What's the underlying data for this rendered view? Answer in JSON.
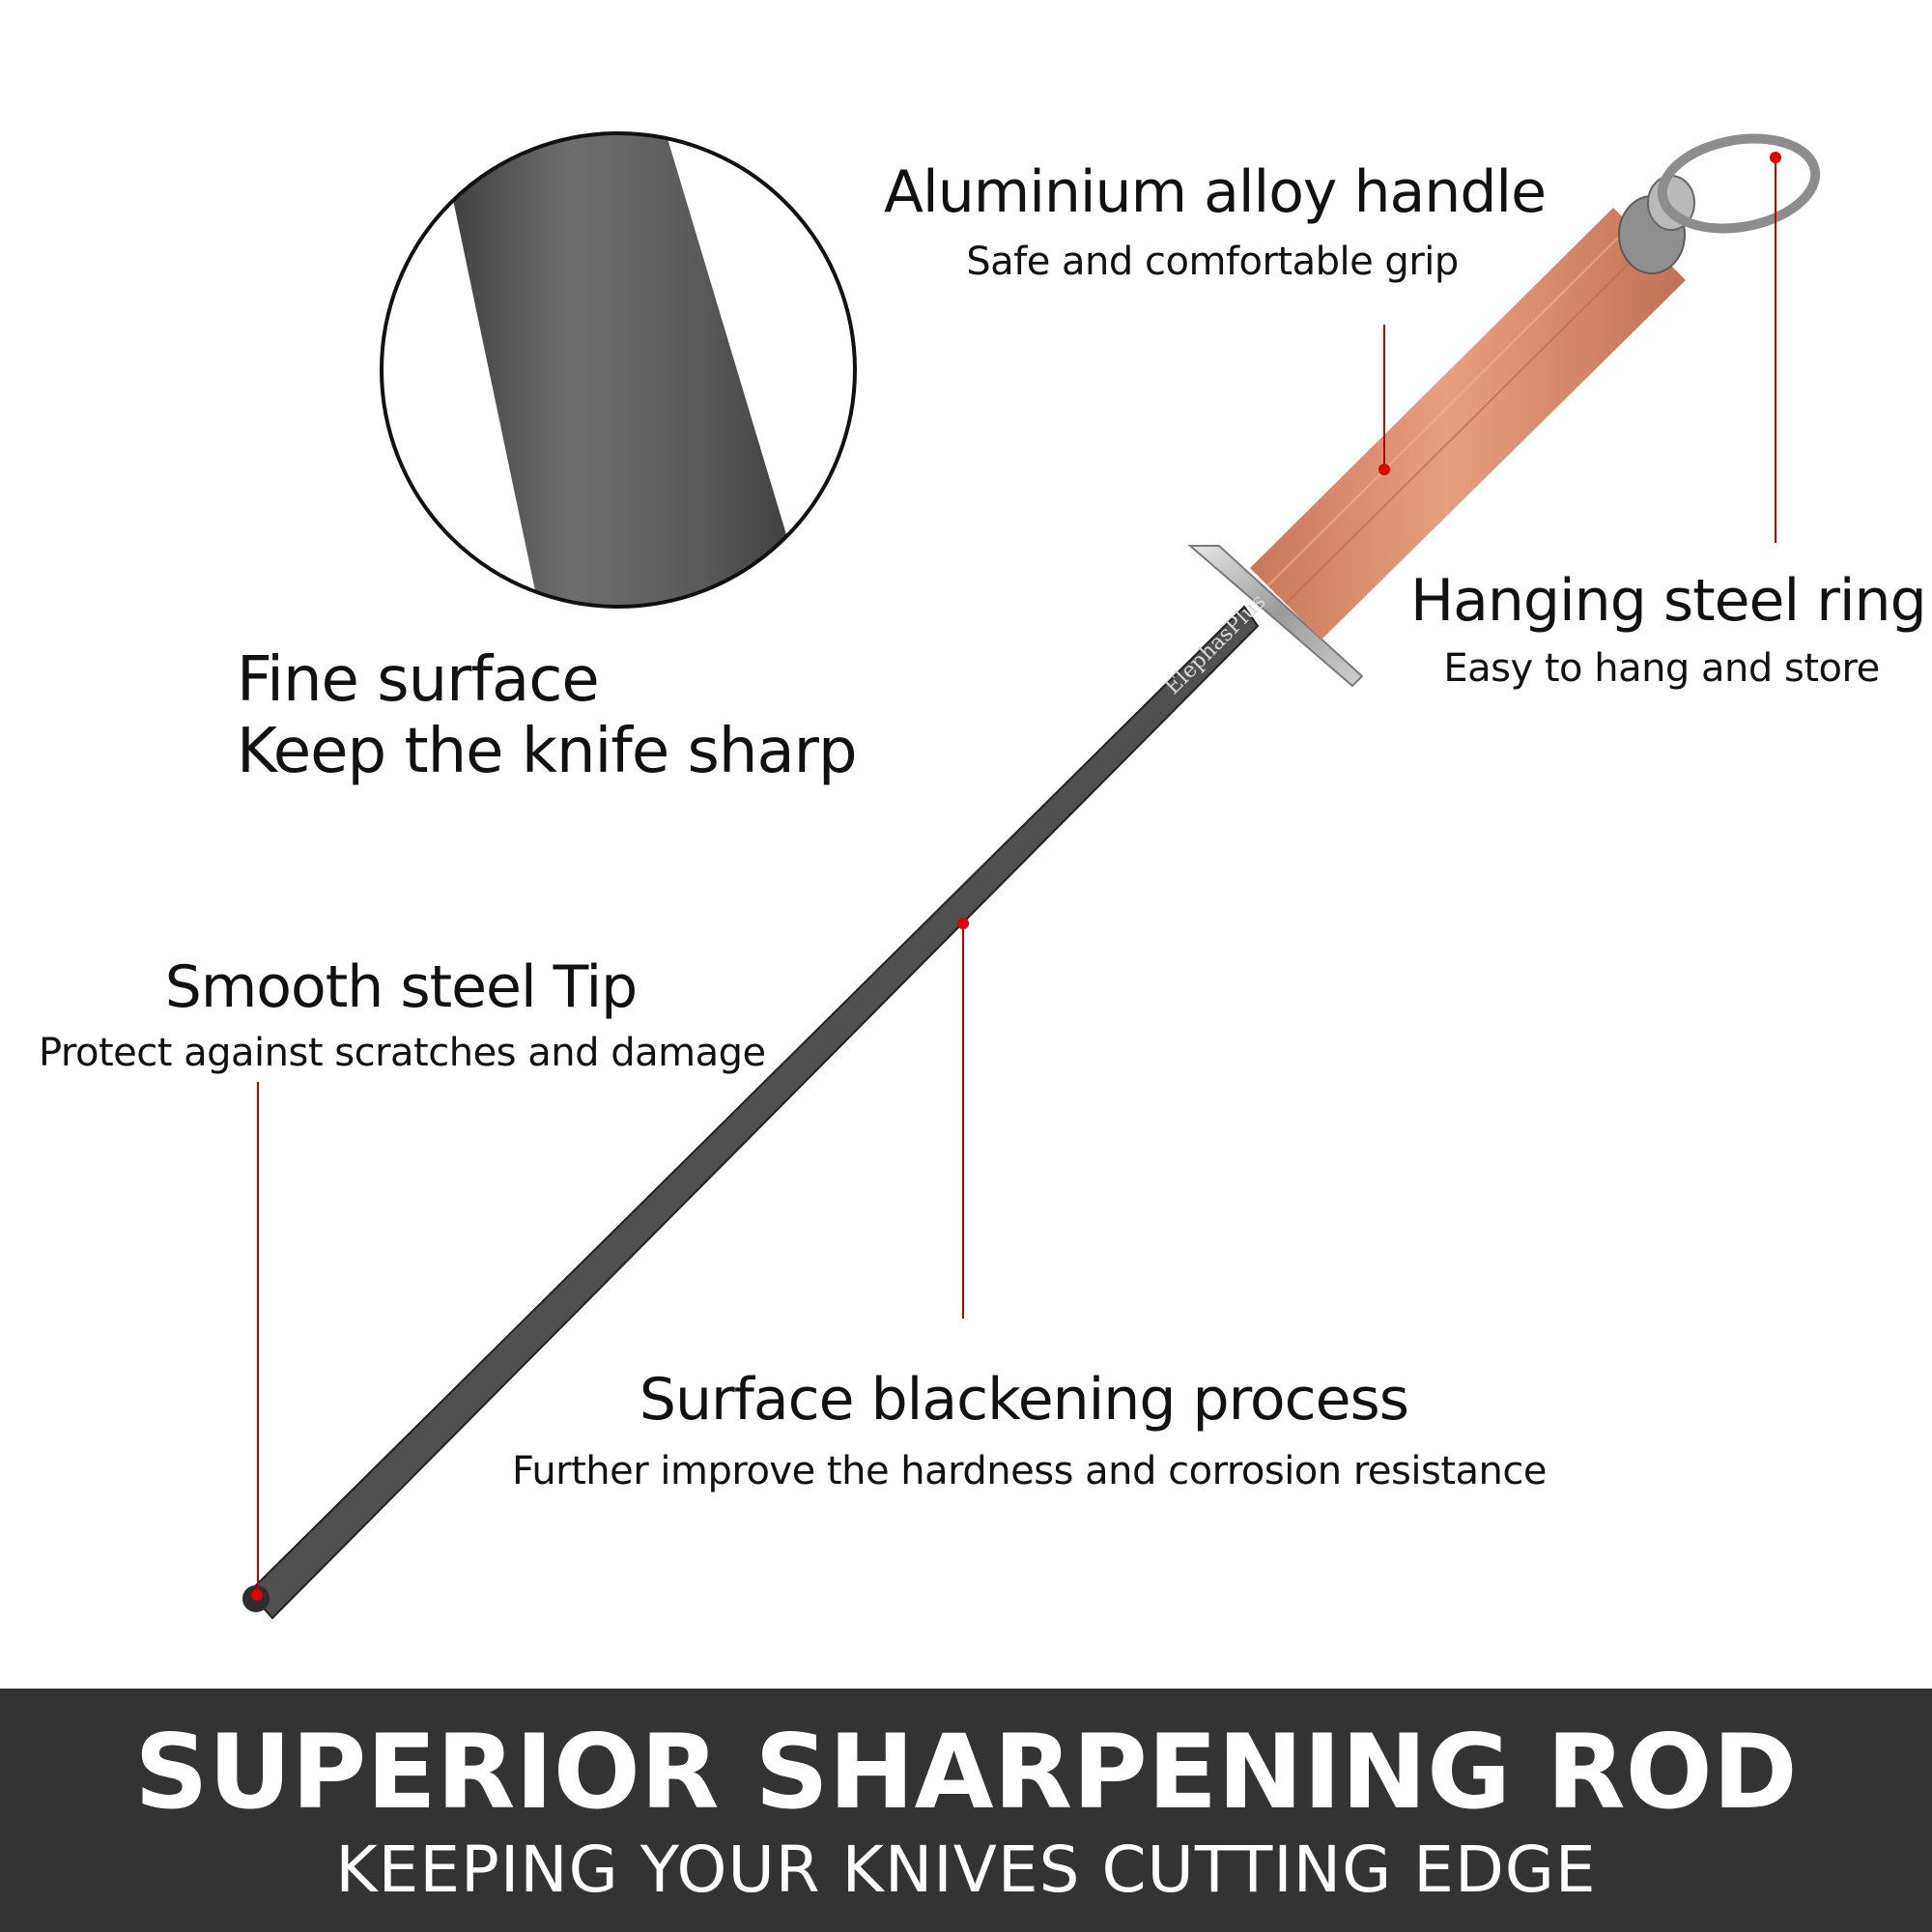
{
  "callouts": {
    "aluminium": {
      "title": "Aluminium alloy handle",
      "subtitle": "Safe and comfortable grip"
    },
    "ring": {
      "title": "Hanging steel ring",
      "subtitle": "Easy to hang and store"
    },
    "fine_surface": {
      "line1": "Fine surface",
      "line2": "Keep the knife sharp"
    },
    "tip": {
      "title": "Smooth steel Tip",
      "subtitle": "Protect against scratches and damage"
    },
    "blackening": {
      "title": "Surface blackening process",
      "subtitle": "Further improve the hardness and corrosion resistance"
    }
  },
  "product": {
    "brand_engraving": "ElephasPlus",
    "handle_color": "#D9906E",
    "rod_color": "#3A3A3A",
    "marker_color": "#E00000"
  },
  "footer": {
    "headline": "SUPERIOR SHARPENING ROD",
    "tagline": "KEEPING YOUR KNIVES CUTTING EDGE",
    "background": "#333333"
  }
}
